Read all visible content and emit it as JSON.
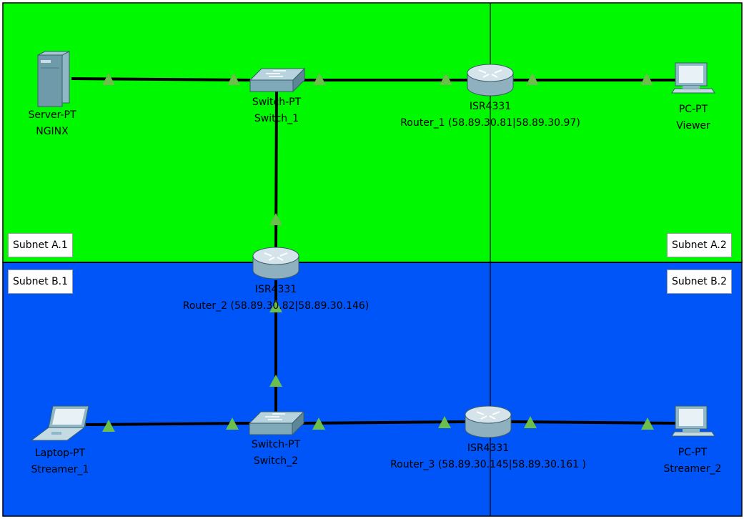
{
  "colors": {
    "subnet_a": "#00f900",
    "subnet_b": "#0055f8",
    "link": "#000000",
    "port_indicator": "#6cbf4a"
  },
  "subnets": {
    "a1": "Subnet A.1",
    "a2": "Subnet A.2",
    "b1": "Subnet B.1",
    "b2": "Subnet B.2"
  },
  "devices": {
    "nginx": {
      "model": "Server-PT",
      "name": "NGINX",
      "icon": "server-icon"
    },
    "switch_1": {
      "model": "Switch-PT",
      "name": "Switch_1",
      "icon": "switch-icon"
    },
    "router_1": {
      "model": "ISR4331",
      "name": "Router_1 (58.89.30.81|58.89.30.97)",
      "icon": "router-icon"
    },
    "viewer": {
      "model": "PC-PT",
      "name": "Viewer",
      "icon": "pc-icon"
    },
    "router_2": {
      "model": "ISR4331",
      "name": "Router_2 (58.89.30.82|58.89.30.146)",
      "icon": "router-icon"
    },
    "streamer_1": {
      "model": "Laptop-PT",
      "name": "Streamer_1",
      "icon": "laptop-icon"
    },
    "switch_2": {
      "model": "Switch-PT",
      "name": "Switch_2",
      "icon": "switch-icon"
    },
    "router_3": {
      "model": "ISR4331",
      "name": "Router_3 (58.89.30.145|58.89.30.161 )",
      "icon": "router-icon"
    },
    "streamer_2": {
      "model": "PC-PT",
      "name": "Streamer_2",
      "icon": "pc-icon"
    }
  },
  "links": [
    [
      "nginx",
      "switch_1"
    ],
    [
      "switch_1",
      "router_1"
    ],
    [
      "router_1",
      "viewer"
    ],
    [
      "switch_1",
      "router_2"
    ],
    [
      "router_2",
      "switch_2"
    ],
    [
      "streamer_1",
      "switch_2"
    ],
    [
      "switch_2",
      "router_3"
    ],
    [
      "router_3",
      "streamer_2"
    ]
  ]
}
